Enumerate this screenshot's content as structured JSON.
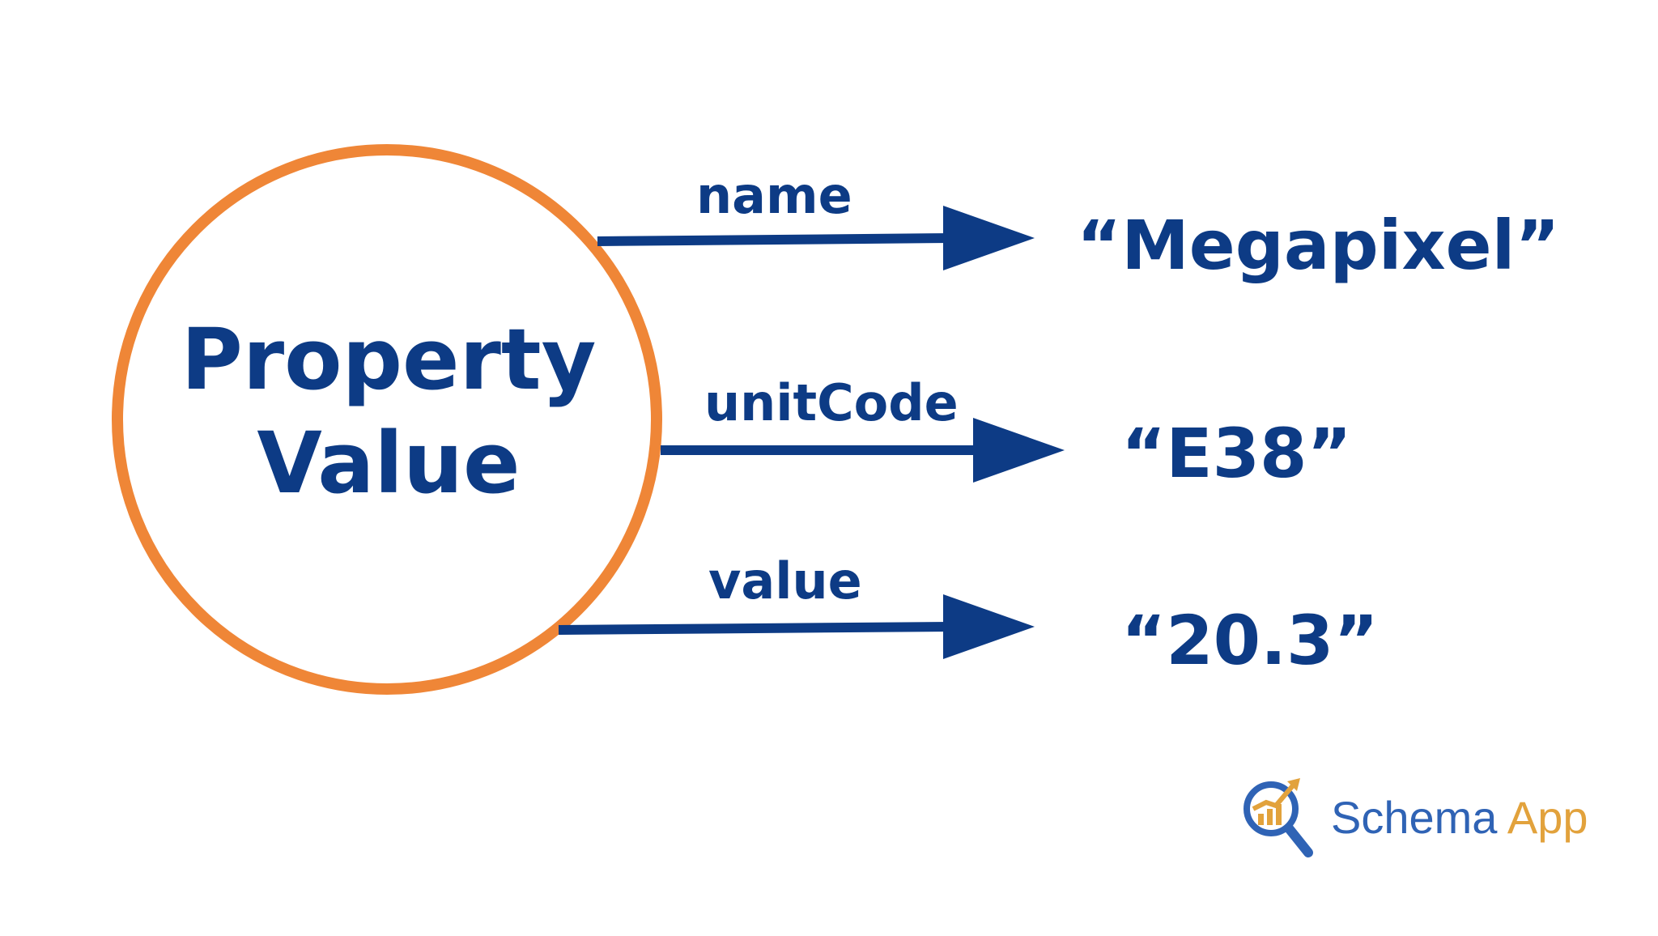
{
  "node": {
    "label_line1": "Property",
    "label_line2": "Value"
  },
  "edges": [
    {
      "label": "name",
      "target": "“Megapixel”"
    },
    {
      "label": "unitCode",
      "target": "“E38”"
    },
    {
      "label": "value",
      "target": "“20.3”"
    }
  ],
  "logo": {
    "word1": "Schema",
    "word2": "App"
  },
  "colors": {
    "circle": "#ef8637",
    "arrows": "#0d3b85",
    "text": "#0d3b85",
    "logo_blue": "#2f63b5",
    "logo_orange": "#e2a23c"
  }
}
